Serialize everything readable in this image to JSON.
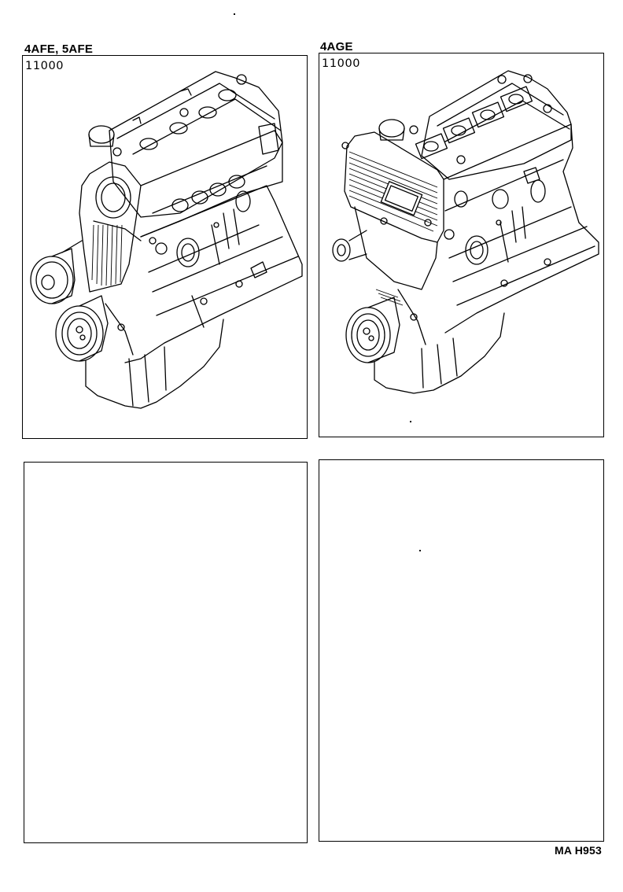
{
  "page": {
    "figure_code": "MA H953"
  },
  "panels": [
    {
      "label": "4AFE, 5AFE",
      "part_code": "11000",
      "illustration": "engine-4afe-5afe-illustration"
    },
    {
      "label": "4AGE",
      "part_code": "11000",
      "illustration": "engine-4age-illustration"
    },
    {
      "label": "",
      "part_code": "",
      "illustration": ""
    },
    {
      "label": "",
      "part_code": "",
      "illustration": ""
    }
  ]
}
